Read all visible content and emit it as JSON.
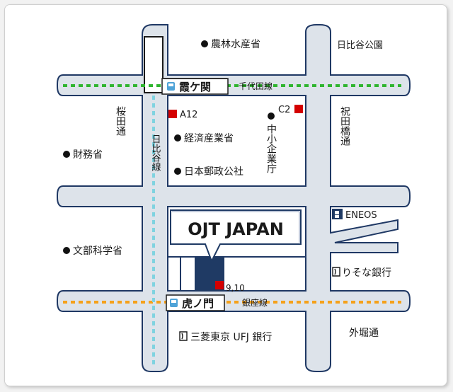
{
  "map": {
    "company": "OJT JAPAN",
    "stations": {
      "kasumigaseki": "霞ケ関",
      "toranomon": "虎ノ門"
    },
    "lines": {
      "chiyoda": "千代田線",
      "ginza": "銀座線",
      "hibiya": "日比谷線"
    },
    "streets": {
      "sakurada": "桜田通",
      "iwaibashi": "祝田橋通",
      "sotobori": "外堀通"
    },
    "places": {
      "norin": "農林水産省",
      "hibiya_park": "日比谷公園",
      "meti": "経済産業省",
      "mof": "財務省",
      "japan_post": "日本郵政公社",
      "sme": "中小企業庁",
      "mext": "文部科学省",
      "eneos": "ENEOS",
      "resona": "りそな銀行",
      "mufg": "三菱東京 UFJ 銀行"
    },
    "exits": {
      "a12": "A12",
      "c2": "C2",
      "e910": "9,10"
    },
    "colors": {
      "road": "#dde3ea",
      "road_outline": "#1f3864",
      "company_block": "#1f3a64",
      "chiyoda_line": "#2fb52f",
      "ginza_line": "#f5a11a",
      "hibiya_line": "#7fd3e0",
      "exit_marker": "#d40000",
      "blue_text": "#1f3a64",
      "red_text": "#cc0000"
    },
    "icons": {
      "station": "station-icon",
      "place": "place-dot",
      "gas": "gas-station-icon",
      "bank": "bank-icon"
    }
  }
}
